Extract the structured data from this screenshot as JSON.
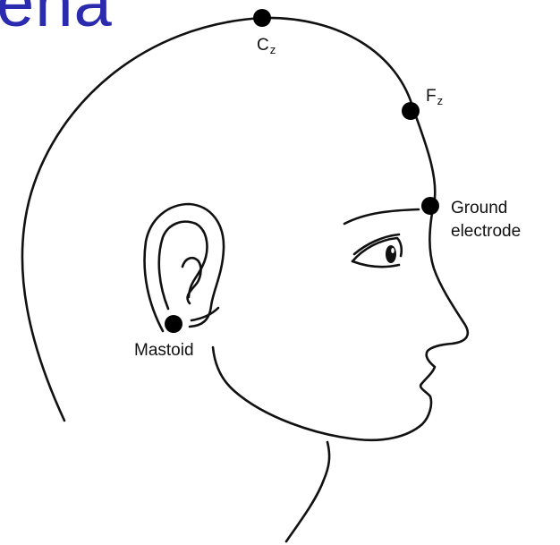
{
  "title_fragment": "ena",
  "colors": {
    "title": "#2b2bb0",
    "line": "#111111",
    "electrode": "#000000"
  },
  "electrodes": {
    "cz": {
      "letter": "C",
      "subscript": "z"
    },
    "fz": {
      "letter": "F",
      "subscript": "z"
    },
    "ground": {
      "line1": "Ground",
      "line2": "electrode"
    },
    "mastoid": {
      "label": "Mastoid"
    }
  }
}
